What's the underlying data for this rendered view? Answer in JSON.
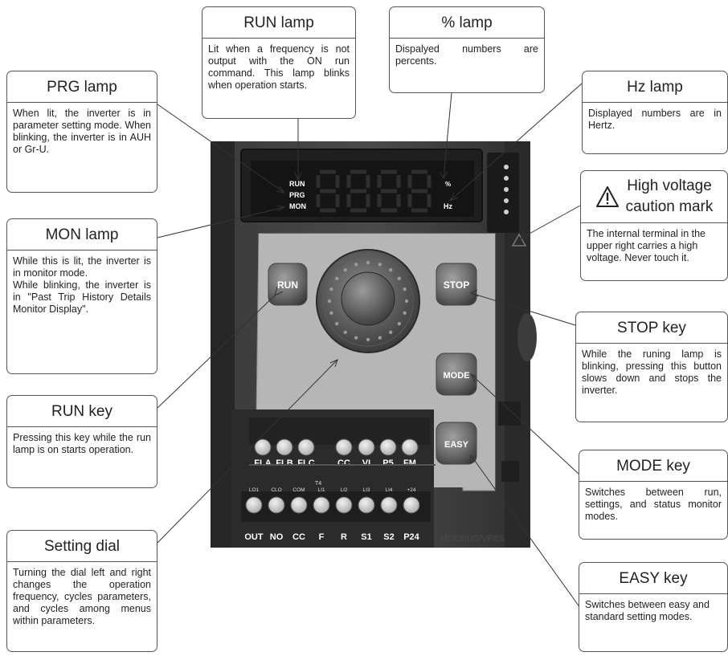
{
  "callouts": {
    "run_lamp": {
      "title": "RUN lamp",
      "body": "Lit when a frequency is not output with the ON run command. This lamp blinks when operation starts."
    },
    "percent_lamp": {
      "title": "% lamp",
      "body": "Dispalyed numbers are percents."
    },
    "prg_lamp": {
      "title": "PRG lamp",
      "body": "When lit, the inverter is in parameter setting mode. When blinking, the inverter is in AUH or Gr-U."
    },
    "hz_lamp": {
      "title": "Hz lamp",
      "body": "Displayed numbers are in Hertz."
    },
    "high_voltage": {
      "title_line1": "High voltage",
      "title_line2": "caution mark",
      "body": "The internal terminal in the upper right carries a high voltage. Never touch it."
    },
    "mon_lamp": {
      "title": "MON lamp",
      "body": "While this is lit, the inverter is in monitor mode.\nWhile blinking, the inverter is in \"Past Trip History Details Monitor Display\"."
    },
    "stop_key": {
      "title": "STOP key",
      "body": "While the runing lamp is blinking, pressing this button slows down and stops the inverter."
    },
    "run_key": {
      "title": "RUN key",
      "body": "Pressing this key while the run lamp is on starts operation."
    },
    "mode_key": {
      "title": "MODE key",
      "body": "Switches between run, settings, and status monitor modes."
    },
    "setting_dial": {
      "title": "Setting dial",
      "body": "Turning the dial left and right changes the operation frequency, cycles parameters, and cycles among menus within parameters."
    },
    "easy_key": {
      "title": "EASY key",
      "body": "Switches between easy and standard setting modes."
    }
  },
  "device": {
    "lamp_labels": {
      "run": "RUN",
      "prg": "PRG",
      "mon": "MON",
      "percent": "%",
      "hz": "Hz"
    },
    "keys": {
      "run": "RUN",
      "stop": "STOP",
      "mode": "MODE",
      "easy": "EASY"
    },
    "upper_terminals": [
      "FLA",
      "FLB",
      "FLC",
      "CC",
      "VI",
      "P5",
      "FM"
    ],
    "t4_label": "T4",
    "lower_small_labels": [
      "LO1",
      "CLO",
      "COM",
      "LI1",
      "LI2",
      "LI3",
      "LI4",
      "+24"
    ],
    "lower_terminals": [
      "OUT",
      "NO",
      "CC",
      "F",
      "R",
      "S1",
      "S2",
      "P24"
    ],
    "side_text": "MODBUS/VP8S"
  }
}
